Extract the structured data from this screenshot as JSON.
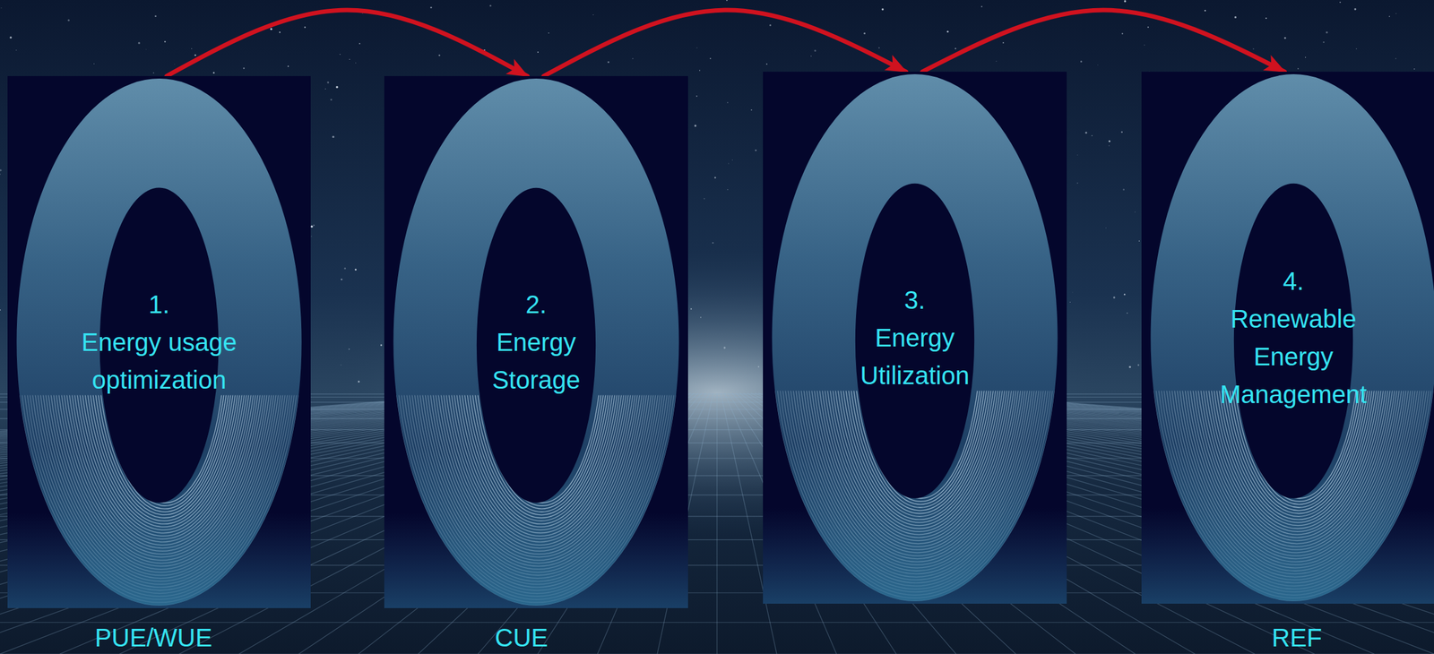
{
  "diagram": {
    "nodes": [
      {
        "text": [
          "1.",
          "Energy usage optimization"
        ]
      },
      {
        "text": [
          "2.",
          "Energy Storage"
        ]
      },
      {
        "text": [
          "3.",
          "Energy Utilization"
        ]
      },
      {
        "text": [
          "4.",
          "Renewable Energy Management"
        ]
      }
    ],
    "edges": [
      {
        "from": 0,
        "to": 1,
        "arrow": "to"
      },
      {
        "from": 1,
        "to": 2,
        "arrow": "to"
      },
      {
        "from": 2,
        "to": 3,
        "arrow": "to"
      }
    ],
    "labels": [
      "PUE/WUE",
      "CUE",
      "REF"
    ]
  }
}
